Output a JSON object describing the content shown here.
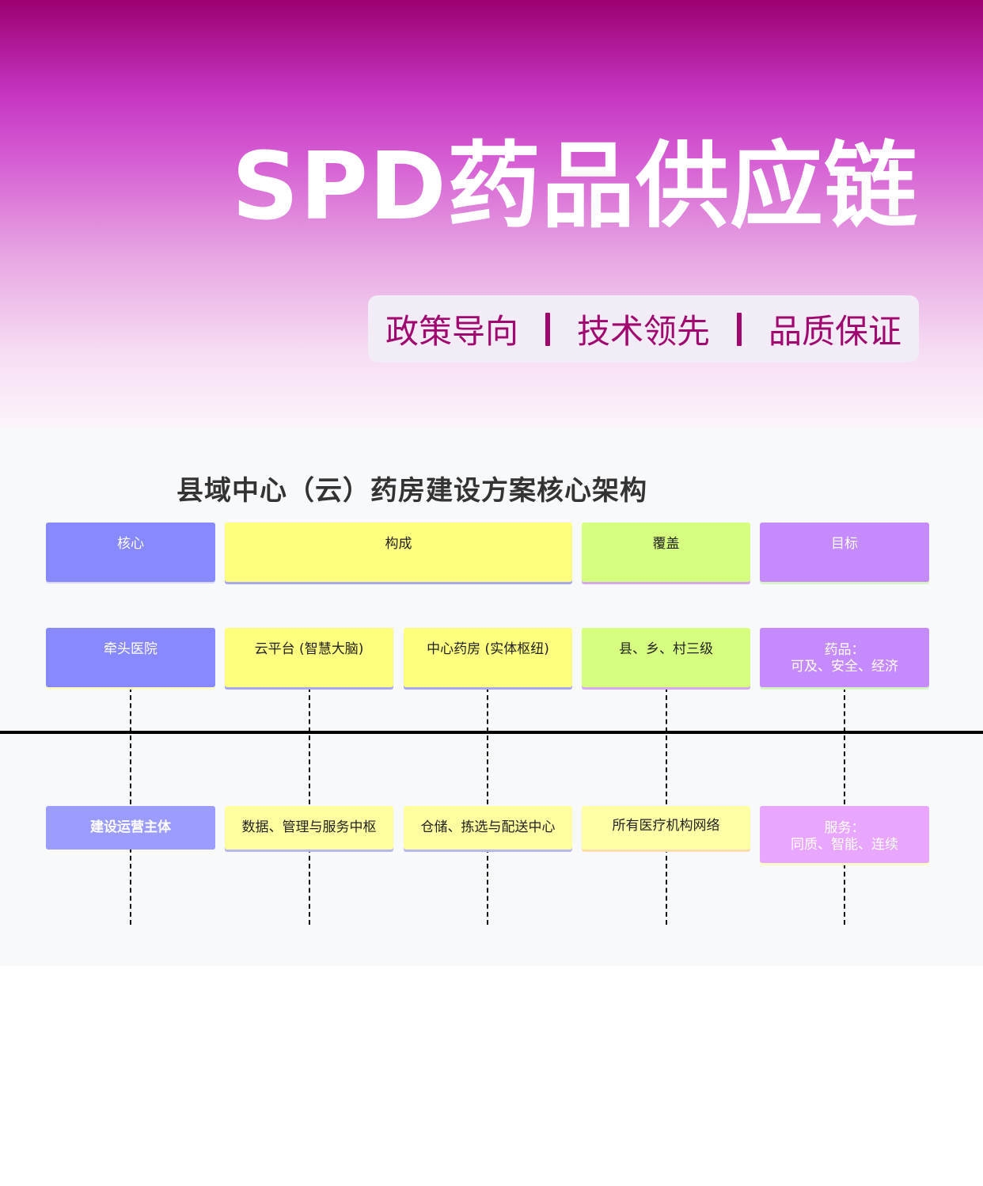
{
  "header": {
    "title": "SPD药品供应链",
    "taglines": [
      "政策导向",
      "技术领先",
      "品质保证"
    ]
  },
  "diagram": {
    "title": "县域中心（云）药房建设方案核心架构",
    "headers": {
      "core": "核心",
      "composition": "构成",
      "coverage": "覆盖",
      "goal": "目标"
    },
    "row1": {
      "core": "牵头医院",
      "cloud": "云平台 (智慧大脑)",
      "center": "中心药房 (实体枢纽)",
      "coverage": "县、乡、村三级",
      "goal": "药品：\n可及、安全、经济"
    },
    "row2": {
      "core": "建设运营主体",
      "cloud": "数据、管理与服务中枢",
      "center": "仓储、拣选与配送中心",
      "coverage": "所有医疗机构网络",
      "goal": "服务：\n同质、智能、连续"
    }
  },
  "colors": {
    "hero_top": "#9c0071",
    "brand_magenta": "#a0076f",
    "core_blue": "#8888ff",
    "composition_yellow": "#ffff80",
    "coverage_green": "#d6ff80",
    "goal_purple": "#c68aff",
    "goal_pink": "#e8a6ff"
  }
}
